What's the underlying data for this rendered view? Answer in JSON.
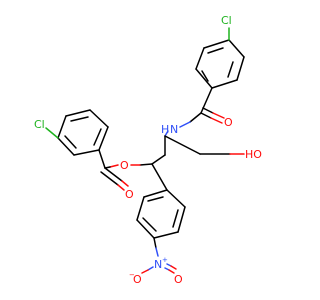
{
  "molecule": {
    "colors": {
      "bond": "#000000",
      "oxygen": "#ff0d0d",
      "nitrogen": "#3050f8",
      "chlorine": "#1fb31f"
    },
    "labels": {
      "cl_top": "Cl",
      "cl_left": "Cl",
      "nh_n": "N",
      "nh_h": "H",
      "amide_o": "O",
      "ester_o_single": "O",
      "ester_o_double": "O",
      "hydroxyl": "HO",
      "nitro_n": "N",
      "nitro_n_charge": "+",
      "nitro_o_left": "O",
      "nitro_o_left_charge": "−",
      "nitro_o_right": "O"
    }
  }
}
